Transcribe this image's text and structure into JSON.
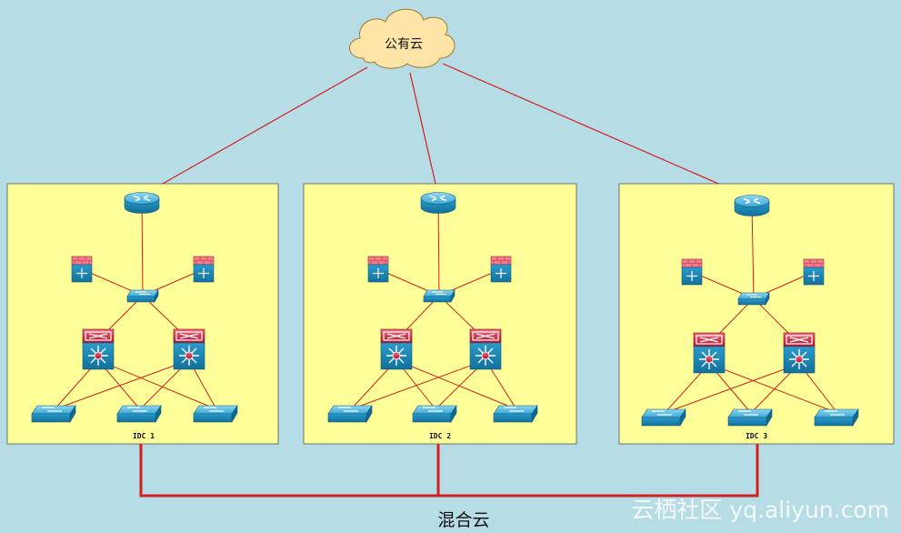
{
  "cloud": {
    "label": "公有云",
    "icon": "cloud-icon"
  },
  "datacenters": [
    {
      "label": "IDC 1"
    },
    {
      "label": "IDC 2"
    },
    {
      "label": "IDC 3"
    }
  ],
  "bottom_label": "混合云",
  "watermark": "云栖社区 yq.aliyun.com",
  "colors": {
    "background": "#b6dce6",
    "idc_box": "#ffff99",
    "link": "#d41f1f",
    "device_blue": "#1b8fc0",
    "device_red": "#d8203a",
    "cloud_fill": "#ffe4a8"
  },
  "device_icons": [
    "router-icon",
    "firewall-icon",
    "aggregation-switch-icon",
    "core-switch-icon",
    "access-switch-icon"
  ]
}
